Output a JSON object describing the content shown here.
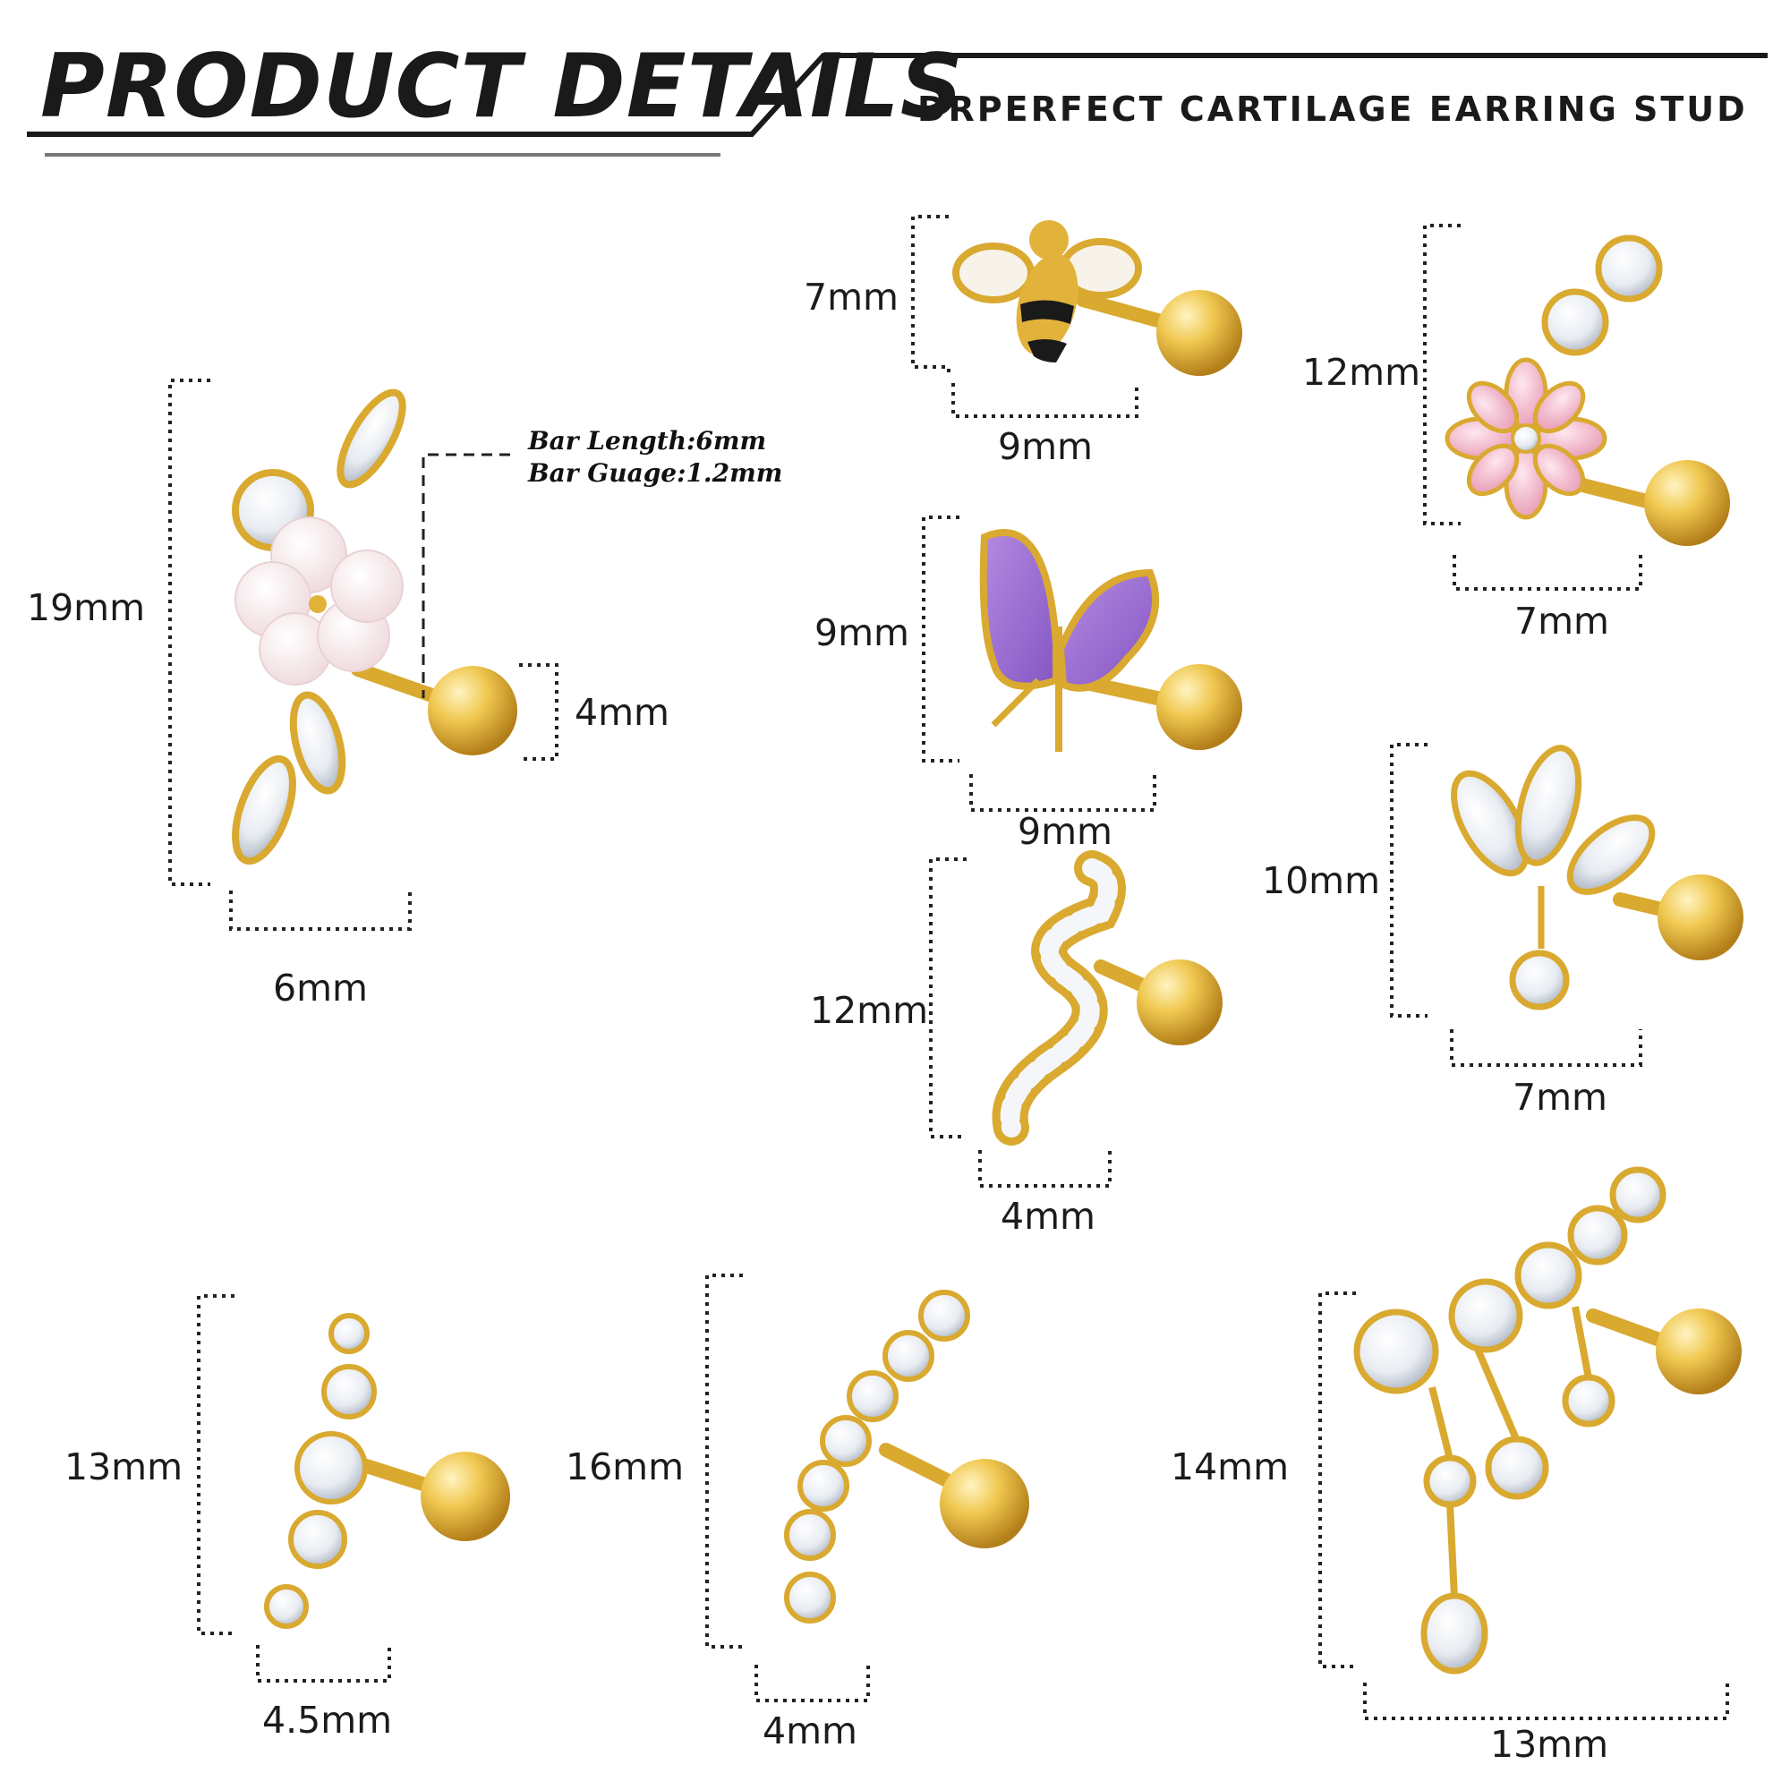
{
  "header": {
    "title": "PRODUCT DETAILS",
    "subtitle": "DRPERFECT CARTILAGE EARRING STUD"
  },
  "bar_info": {
    "length": "Bar Length:6mm",
    "gauge": "Bar Guage:1.2mm"
  },
  "products": [
    {
      "name": "flower-stud",
      "height": "19mm",
      "width": "6mm",
      "ball": "4mm"
    },
    {
      "name": "bee-stud",
      "height": "7mm",
      "width": "9mm"
    },
    {
      "name": "pink-flower-stud",
      "height": "12mm",
      "width": "7mm"
    },
    {
      "name": "butterfly-stud",
      "height": "9mm",
      "width": "9mm"
    },
    {
      "name": "lotus-stud",
      "height": "10mm",
      "width": "7mm"
    },
    {
      "name": "snake-stud",
      "height": "12mm",
      "width": "4mm"
    },
    {
      "name": "five-stone-stud",
      "height": "13mm",
      "width": "4.5mm"
    },
    {
      "name": "seven-stone-stud",
      "height": "16mm",
      "width": "4mm"
    },
    {
      "name": "chandelier-stud",
      "height": "14mm",
      "width": "13mm"
    }
  ],
  "colors": {
    "gold": "#e2b23a",
    "crystal": "#f4f6f9",
    "purple": "#9b6fd0",
    "pink": "#f2b6c8",
    "text": "#1b1b1b"
  }
}
